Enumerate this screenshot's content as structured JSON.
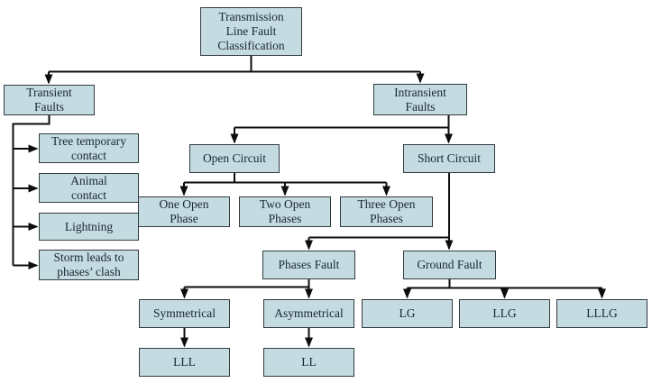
{
  "diagram_title": "Transmission Line Fault Classification",
  "nodes": {
    "root": "Transmission\nLine Fault\nClassification",
    "transient": "Transient\nFaults",
    "intransient": "Intransient\nFaults",
    "tree": "Tree temporary\ncontact",
    "animal": "Animal\ncontact",
    "lightning": "Lightning",
    "storm": "Storm leads to\nphases’ clash",
    "open_circuit": "Open Circuit",
    "short_circuit": "Short Circuit",
    "one_open": "One Open\nPhase",
    "two_open": "Two Open\nPhases",
    "three_open": "Three Open\nPhases",
    "phases_fault": "Phases Fault",
    "ground_fault": "Ground Fault",
    "symmetrical": "Symmetrical",
    "asymmetrical": "Asymmetrical",
    "lg": "LG",
    "llg": "LLG",
    "lllg": "LLLG",
    "lll": "LLL",
    "ll": "LL"
  },
  "colors": {
    "background": "#ffffff",
    "node-fill": "#c4dbe1",
    "node-border": "#323b3f",
    "node-text": "#1a2733",
    "line": "#0d0d0d"
  }
}
